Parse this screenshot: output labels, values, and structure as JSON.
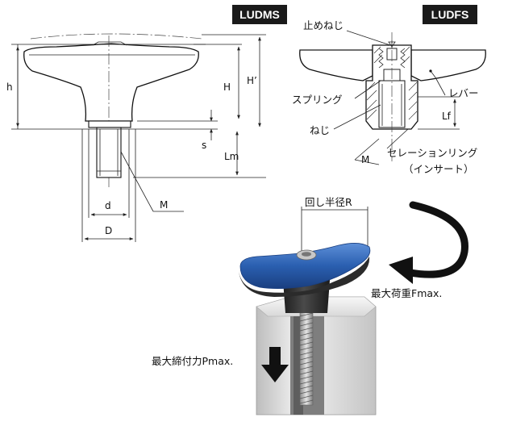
{
  "badges": {
    "left": "LUDMS",
    "right": "LUDFS"
  },
  "dimensions": {
    "h": "h",
    "H": "H",
    "H_prime": "H’",
    "s": "s",
    "Lm": "Lm",
    "d": "d",
    "D": "D",
    "M_left": "M",
    "Lf": "Lf",
    "M_right": "M"
  },
  "callouts": {
    "set_screw": "止めねじ",
    "spring": "スプリング",
    "screw": "ねじ",
    "lever": "レバー",
    "serration_ring": "セレーションリング",
    "insert": "（インサート）"
  },
  "photo": {
    "radius_label": "回し半径R",
    "max_load": "最大荷重Fmax.",
    "max_clamp": "最大締付力Pmax."
  },
  "colors": {
    "badge": "#1a1a1a",
    "lever_blue": "#2a5fb0",
    "lever_dark": "#2b2b2b",
    "block_grey": "#d8d8d8"
  }
}
